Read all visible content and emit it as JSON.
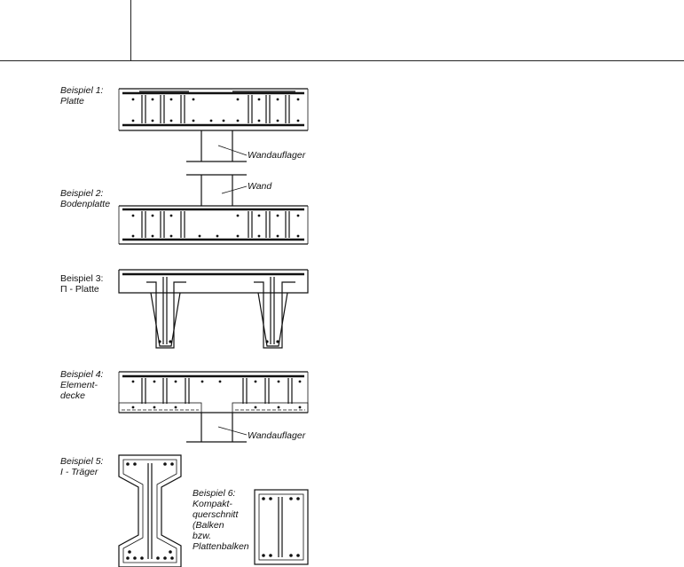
{
  "examples": [
    {
      "label": "Beispiel 1:\nPlatte"
    },
    {
      "label": "Beispiel 2:\nBodenplatte"
    },
    {
      "label": "Beispiel 3:\nΠ - Platte"
    },
    {
      "label": "Beispiel 4:\nElement-\ndecke"
    },
    {
      "label": "Beispiel 5:\nI - Träger"
    },
    {
      "label": "Beispiel 6:\nKompakt-\nquerschnitt\n(Balken\nbzw.\nPlattenbalken"
    }
  ],
  "annotations": {
    "wandauflager_1": "Wandauflager",
    "wand": "Wand",
    "wandauflager_4": "Wandauflager"
  }
}
